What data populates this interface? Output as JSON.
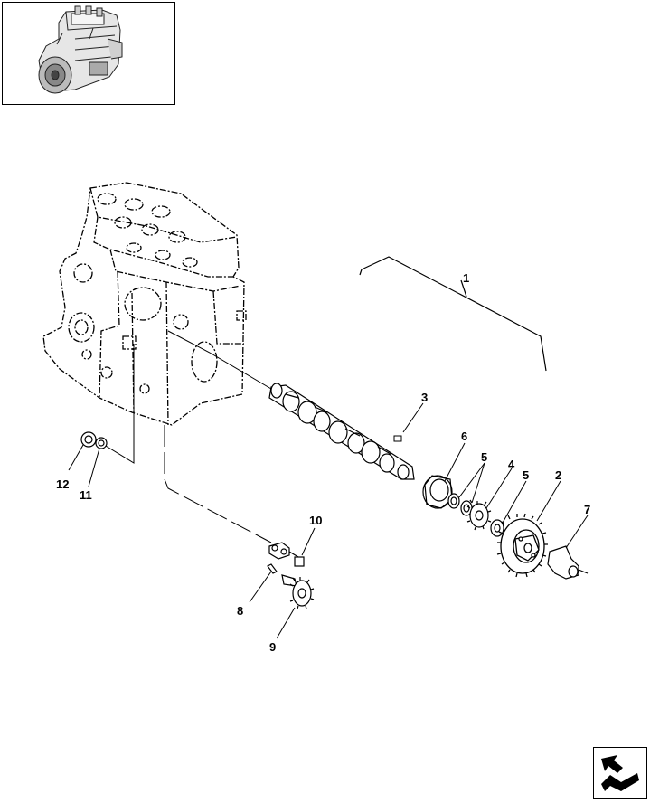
{
  "callouts": {
    "c1": "1",
    "c2": "2",
    "c3": "3",
    "c4": "4",
    "c5a": "5",
    "c5b": "5",
    "c6": "6",
    "c7": "7",
    "c8": "8",
    "c9": "9",
    "c10": "10",
    "c11": "11",
    "c12": "12"
  },
  "icons": {
    "nav": "return-arrow-icon",
    "thumbnail": "engine-thumbnail-icon"
  }
}
